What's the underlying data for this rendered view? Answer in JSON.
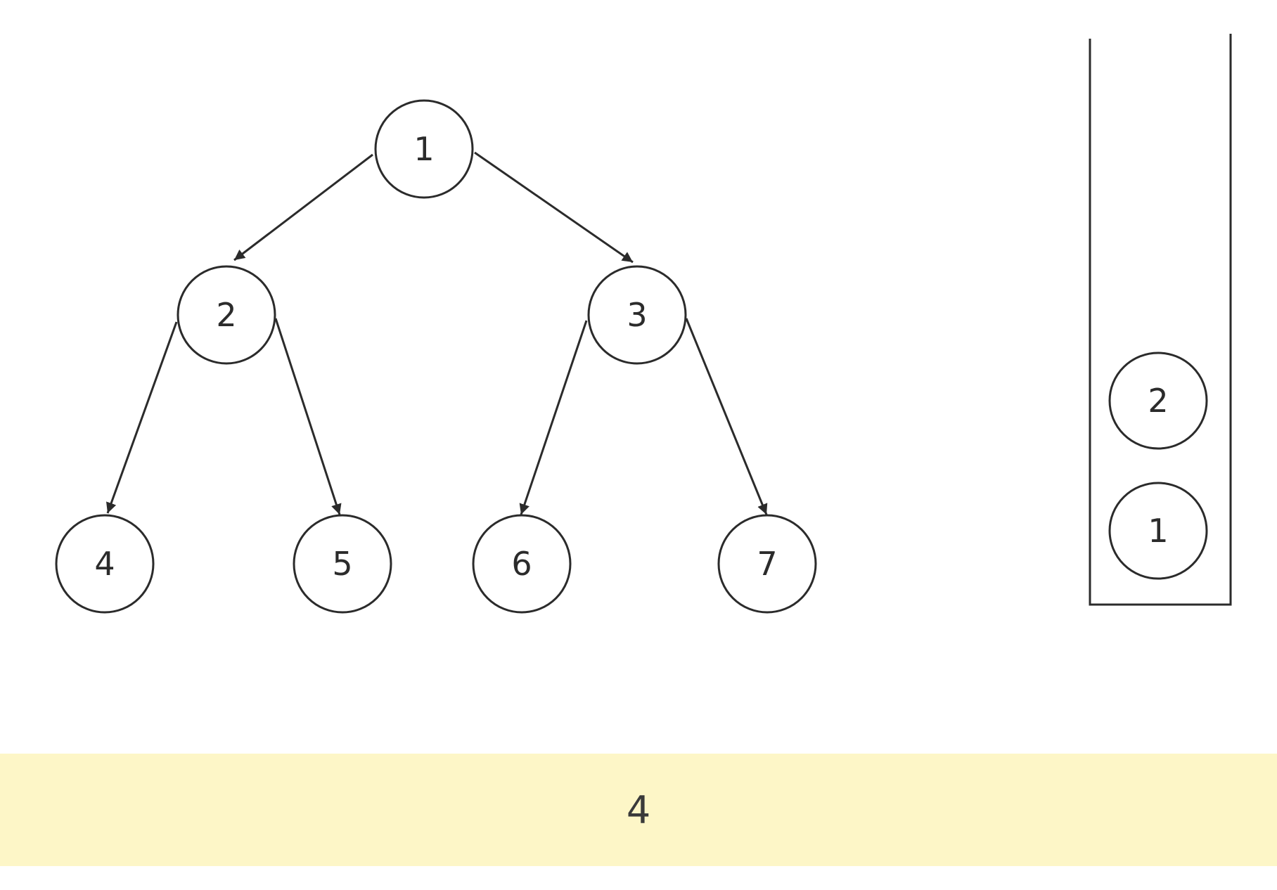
{
  "tree": {
    "nodes": [
      {
        "id": "n1",
        "label": "1"
      },
      {
        "id": "n2",
        "label": "2"
      },
      {
        "id": "n3",
        "label": "3"
      },
      {
        "id": "n4",
        "label": "4"
      },
      {
        "id": "n5",
        "label": "5"
      },
      {
        "id": "n6",
        "label": "6"
      },
      {
        "id": "n7",
        "label": "7"
      }
    ],
    "edges": [
      {
        "from": "n1",
        "to": "n2"
      },
      {
        "from": "n1",
        "to": "n3"
      },
      {
        "from": "n2",
        "to": "n4"
      },
      {
        "from": "n2",
        "to": "n5"
      },
      {
        "from": "n3",
        "to": "n6"
      },
      {
        "from": "n3",
        "to": "n7"
      }
    ]
  },
  "stack": {
    "items": [
      "2",
      "1"
    ]
  },
  "output": {
    "value": "4",
    "background_color": "#fdf6c7"
  },
  "colors": {
    "stroke": "#2b2b2b",
    "background": "#ffffff"
  }
}
